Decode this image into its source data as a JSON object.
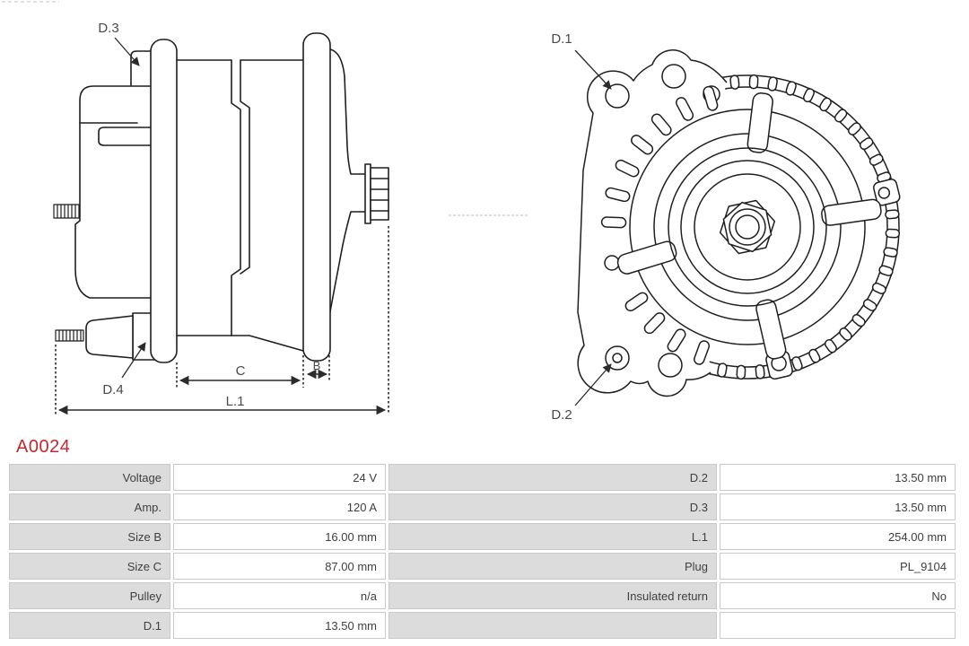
{
  "part": {
    "id": "A0024"
  },
  "colors": {
    "accent": "#c2272d",
    "line": "#1f1f1f",
    "label_text": "#4a4a4a",
    "cell_gray": "#dcdcdc"
  },
  "diagram": {
    "side_view": {
      "d3": "D.3",
      "d4": "D.4",
      "c": "C",
      "b": "B",
      "l1": "L.1"
    },
    "front_view": {
      "d1": "D.1",
      "d2": "D.2"
    }
  },
  "specs": {
    "rows": [
      {
        "label": "Voltage",
        "value": "24 V",
        "label2": "D.2",
        "value2": "13.50 mm"
      },
      {
        "label": "Amp.",
        "value": "120 A",
        "label2": "D.3",
        "value2": "13.50 mm"
      },
      {
        "label": "Size B",
        "value": "16.00 mm",
        "label2": "L.1",
        "value2": "254.00 mm"
      },
      {
        "label": "Size C",
        "value": "87.00 mm",
        "label2": "Plug",
        "value2": "PL_9104"
      },
      {
        "label": "Pulley",
        "value": "n/a",
        "label2": "Insulated return",
        "value2": "No"
      },
      {
        "label": "D.1",
        "value": "13.50 mm",
        "label2": "",
        "value2": ""
      }
    ]
  }
}
